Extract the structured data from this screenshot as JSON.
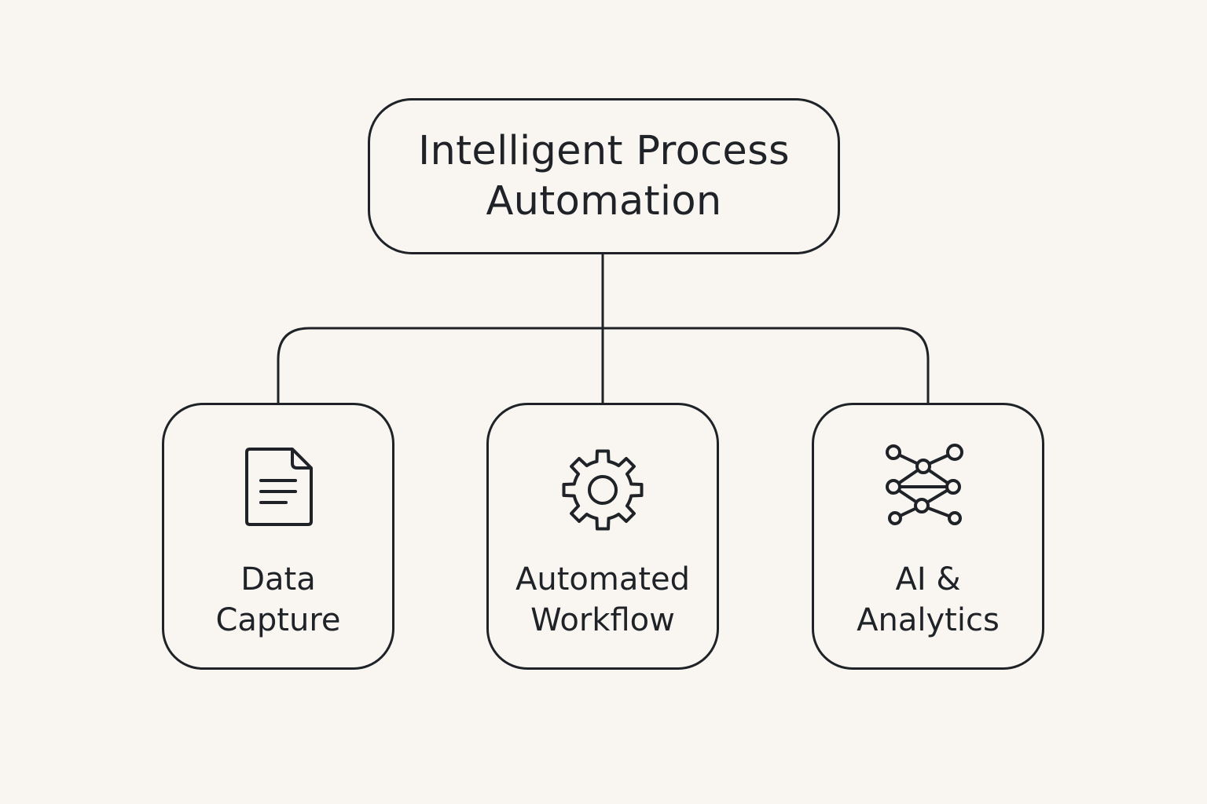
{
  "theme": {
    "background": "#f9f6f1",
    "stroke": "#1f2328",
    "text": "#1f2328"
  },
  "root": {
    "title_line1": "Intelligent Process",
    "title_line2": "Automation"
  },
  "children": [
    {
      "label_line1": "Data",
      "label_line2": "Capture",
      "icon": "document-icon"
    },
    {
      "label_line1": "Automated",
      "label_line2": "Workflow",
      "icon": "gear-icon"
    },
    {
      "label_line1": "AI &",
      "label_line2": "Analytics",
      "icon": "network-icon"
    }
  ]
}
